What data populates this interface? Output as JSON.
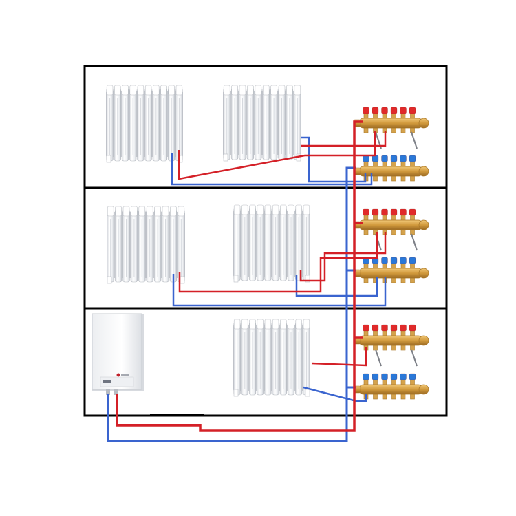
{
  "diagram": {
    "colors": {
      "background": "#ffffff",
      "frame": "#000000",
      "supply_pipe": "#d42027",
      "return_pipe": "#3a64cf",
      "radiator_body": "#f4f5f7",
      "radiator_shadow": "#c9ccd2",
      "brass": "#d4a24c",
      "brass_dark": "#a9782a",
      "red_valve": "#e02a2a",
      "blue_valve": "#2a78d8",
      "boiler_body": "#f7f8fa",
      "boiler_shadow": "#d7dadf"
    },
    "icons": {
      "radiator": "radiator-icon",
      "manifold_supply": "supply-manifold-icon",
      "manifold_return": "return-manifold-icon",
      "boiler": "gas-boiler-icon"
    },
    "floors": [
      {
        "id": "floor-3",
        "radiators": 2,
        "manifolds": 2
      },
      {
        "id": "floor-2",
        "radiators": 2,
        "manifolds": 2
      },
      {
        "id": "floor-1",
        "radiators": 1,
        "manifolds": 2,
        "boiler": true
      }
    ],
    "manifold_outlets": 6
  }
}
